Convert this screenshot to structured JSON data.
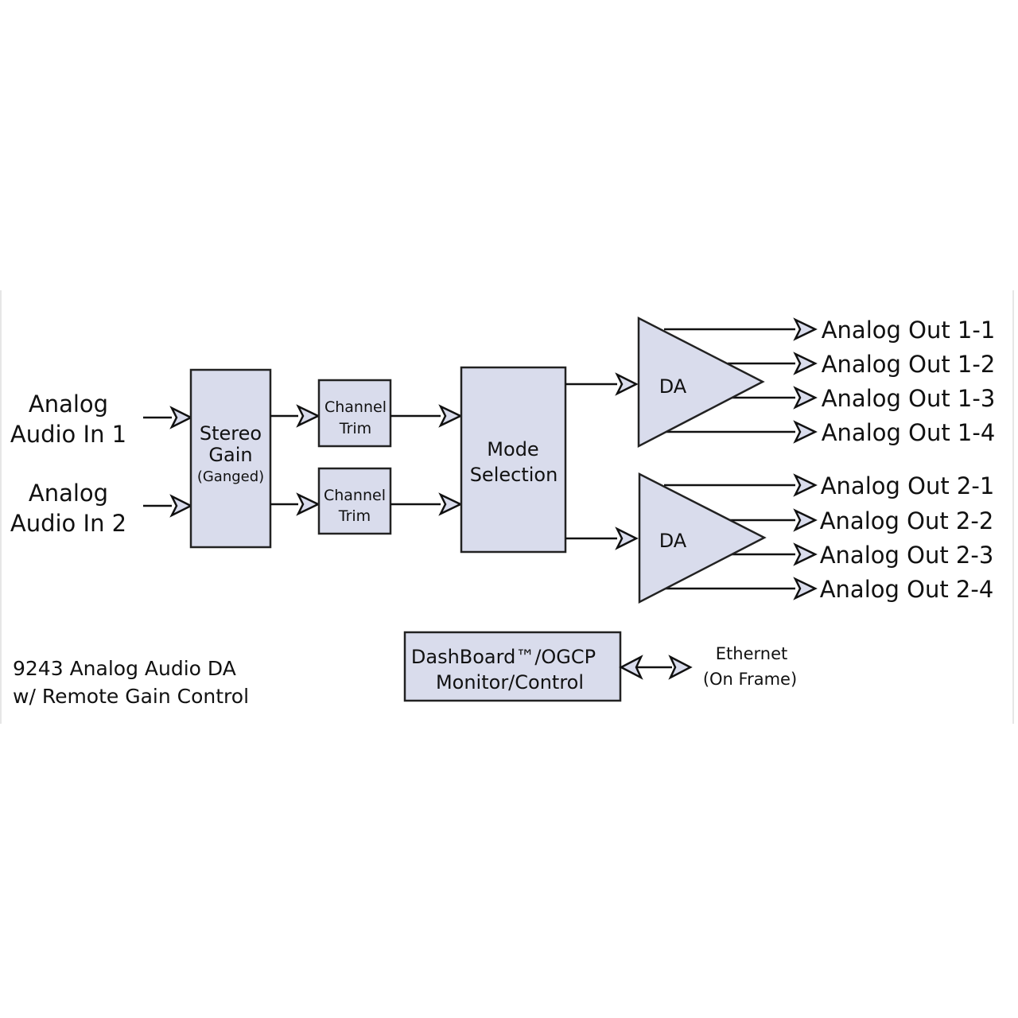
{
  "inputs": {
    "in1_line1": "Analog",
    "in1_line2": "Audio In 1",
    "in2_line1": "Analog",
    "in2_line2": "Audio In 2"
  },
  "stereo_gain": {
    "line1": "Stereo",
    "line2": "Gain",
    "line3": "(Ganged)"
  },
  "channel_trim_1": {
    "line1": "Channel",
    "line2": "Trim"
  },
  "channel_trim_2": {
    "line1": "Channel",
    "line2": "Trim"
  },
  "mode_selection": {
    "line1": "Mode",
    "line2": "Selection"
  },
  "da_1": {
    "label": "DA"
  },
  "da_2": {
    "label": "DA"
  },
  "outputs_1": [
    "Analog Out 1-1",
    "Analog Out 1-2",
    "Analog Out 1-3",
    "Analog Out 1-4"
  ],
  "outputs_2": [
    "Analog Out 2-1",
    "Analog Out 2-2",
    "Analog Out 2-3",
    "Analog Out 2-4"
  ],
  "control": {
    "line1": "DashBoard™/OGCP",
    "line2": "Monitor/Control"
  },
  "ethernet": {
    "line1": "Ethernet",
    "line2": "(On Frame)"
  },
  "caption": {
    "line1": "9243 Analog Audio DA",
    "line2": "w/ Remote Gain Control"
  },
  "colors": {
    "block_fill": "#d9dcec",
    "stroke": "#222222"
  }
}
